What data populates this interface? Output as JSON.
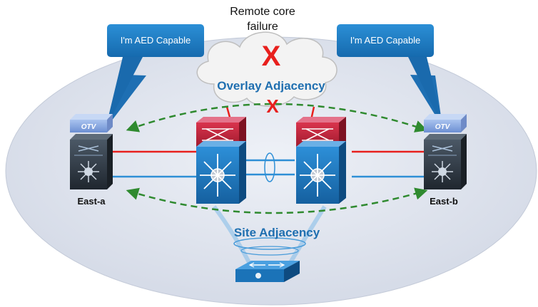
{
  "colors": {
    "callout": "#1e7fc6",
    "adjacency_text": "#1f6fb0",
    "failure_x": "#e8201d",
    "dashed_arrow": "#2f8a2f",
    "link_red": "#e8201d",
    "link_blue": "#2e8fd6",
    "switch_red": "#c8243b",
    "switch_blue": "#1b73b8",
    "ellipse_fill": "#dfe4ee"
  },
  "header": {
    "title_line1": "Remote core",
    "title_line2": "failure"
  },
  "failure_marks": {
    "core": "X",
    "overlay": "X"
  },
  "callouts": {
    "left": "I'm AED Capable",
    "right": "I'm AED Capable"
  },
  "labels": {
    "overlay_adjacency": "Overlay Adjacency",
    "site_adjacency": "Site Adjacency"
  },
  "nodes": {
    "east_a": {
      "label": "East-a",
      "badge": "OTV"
    },
    "east_b": {
      "label": "East-b",
      "badge": "OTV"
    }
  },
  "icons": [
    "cloud-icon",
    "otv-edge-device-icon",
    "nexus-7000-switch-icon",
    "access-switch-icon",
    "failure-x-icon",
    "callout-bubble-icon"
  ]
}
